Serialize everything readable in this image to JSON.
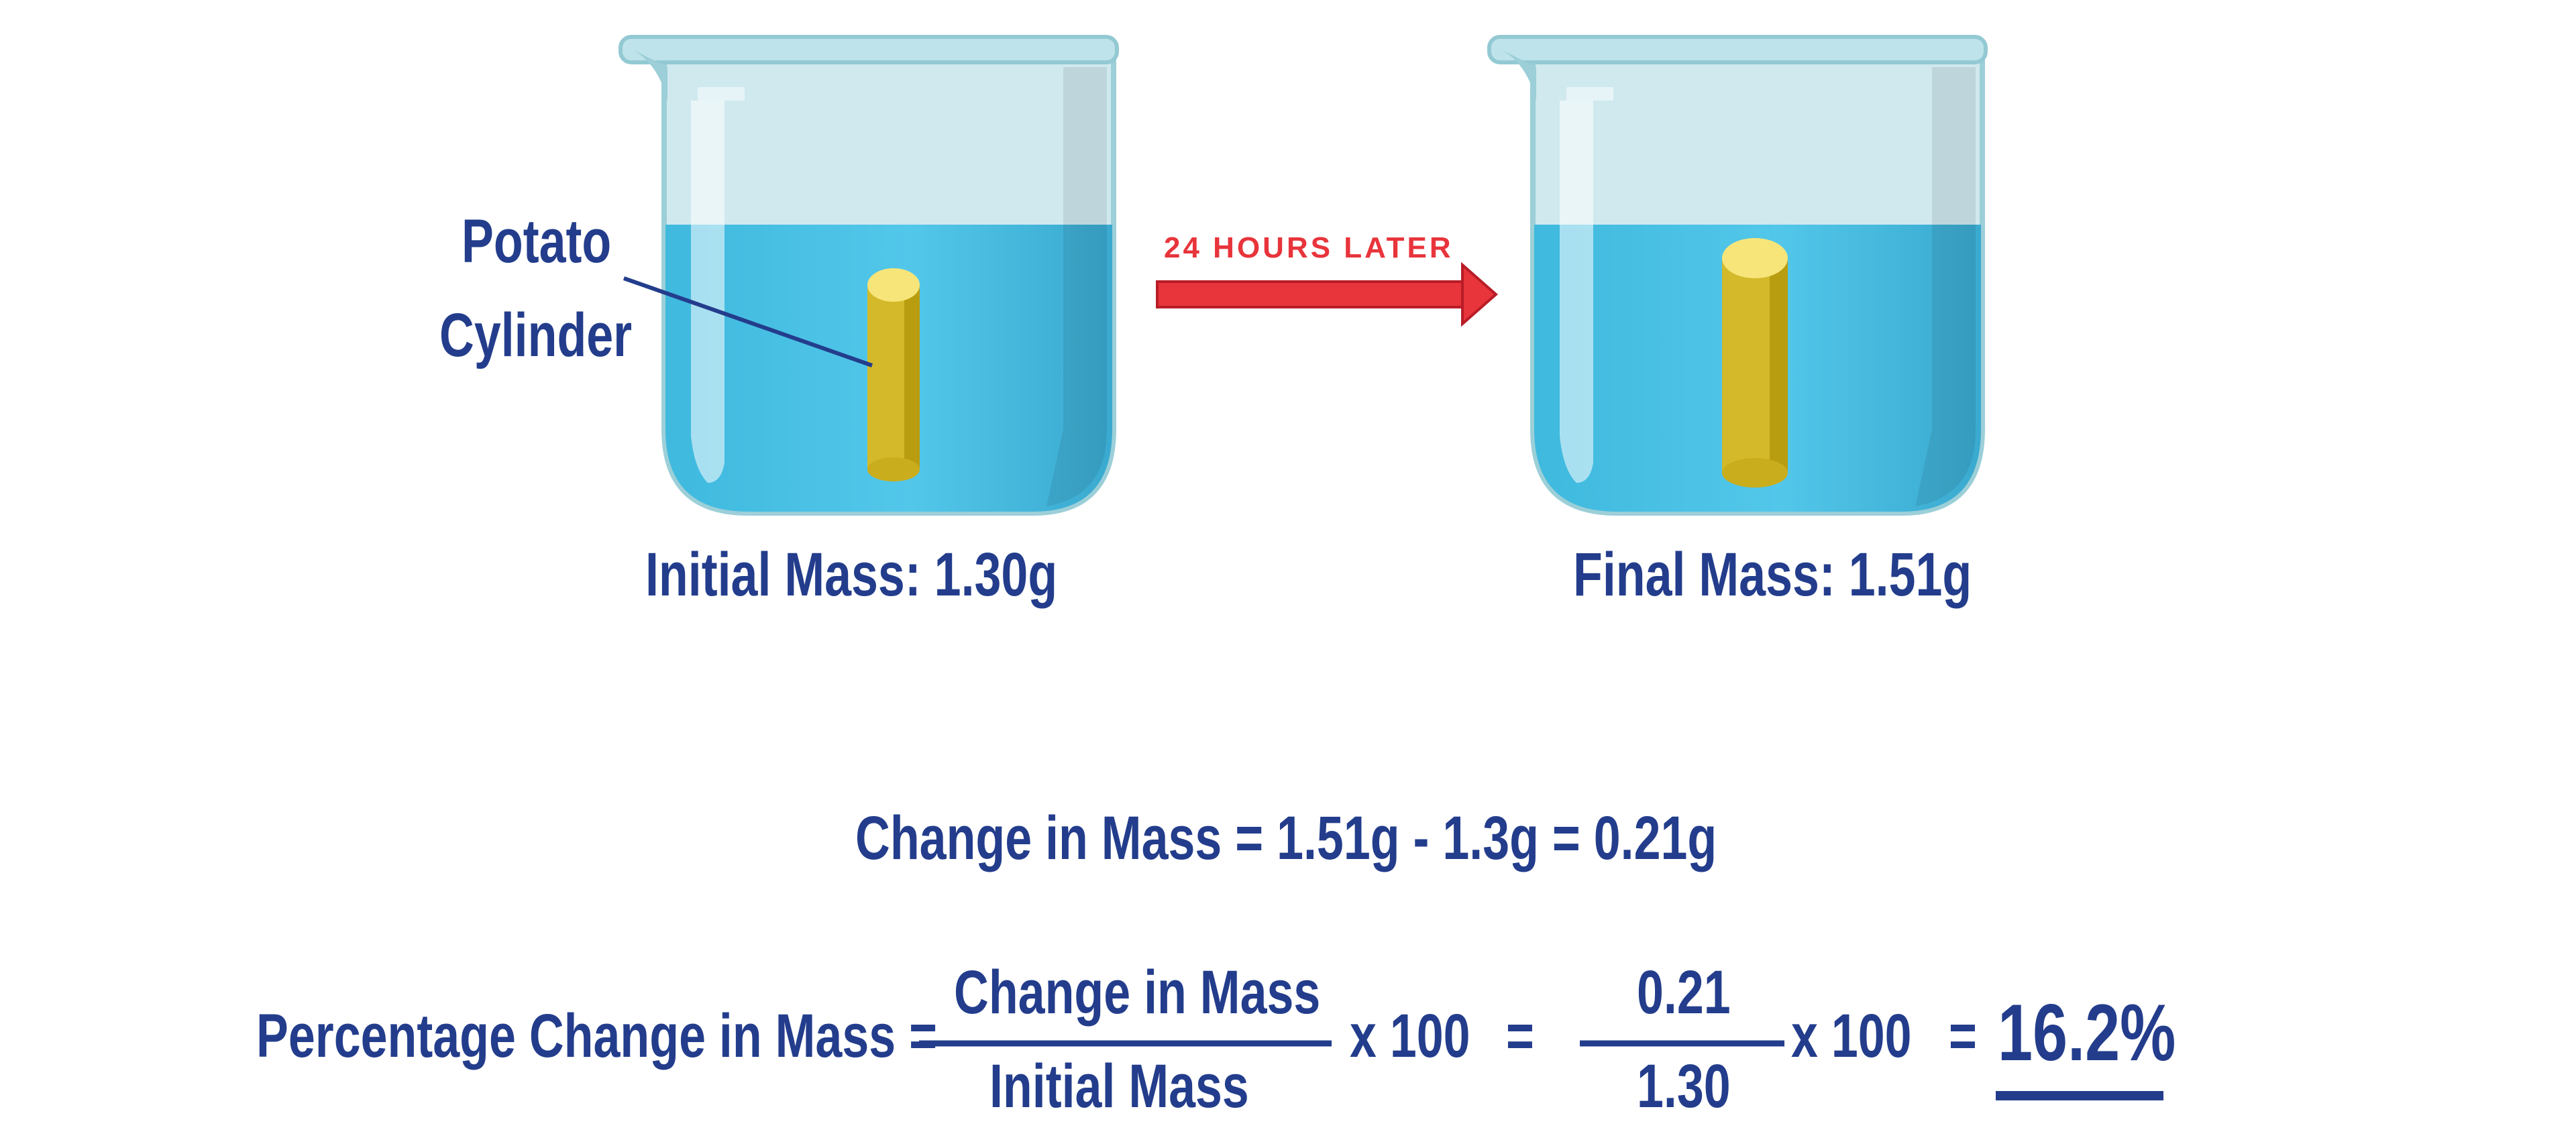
{
  "labels": {
    "potato_line1": "Potato",
    "potato_line2": "Cylinder",
    "time_note": "24 HOURS LATER",
    "initial_mass": "Initial Mass: 1.30g",
    "final_mass": "Final Mass: 1.51g"
  },
  "equations": {
    "change_in_mass": "Change in Mass = 1.51g - 1.3g = 0.21g",
    "percent_label": "Percentage Change in Mass =",
    "fraction1_numerator": "Change in Mass",
    "fraction1_denominator": "Initial Mass",
    "times_100_a": "x 100",
    "equals_a": "=",
    "fraction2_numerator": "0.21",
    "fraction2_denominator": "1.30",
    "times_100_b": "x 100",
    "equals_b": "=",
    "result": "16.2%"
  },
  "colors": {
    "text": "#233d8c",
    "arrow": "#e8343b",
    "water": "#4fc6e8",
    "glass": "#a6d7de",
    "potato": "#d4b92a"
  }
}
